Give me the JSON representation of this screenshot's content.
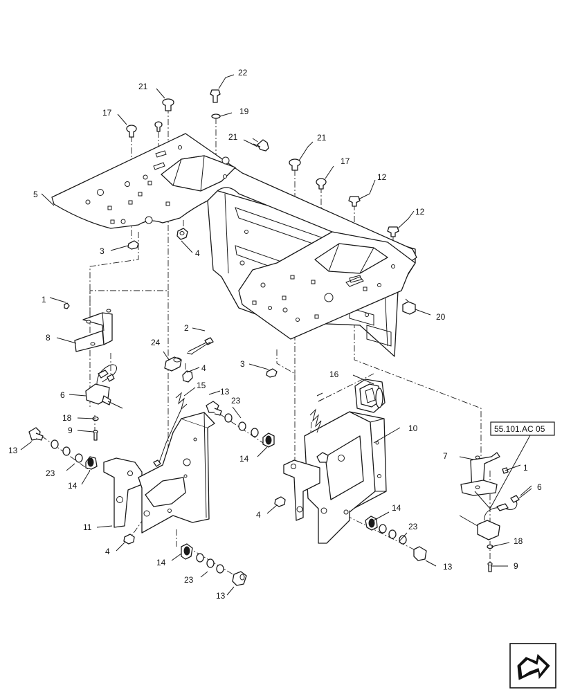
{
  "callouts": [
    {
      "text": "1"
    },
    {
      "text": "1"
    },
    {
      "text": "2"
    },
    {
      "text": "3"
    },
    {
      "text": "3"
    },
    {
      "text": "4"
    },
    {
      "text": "4"
    },
    {
      "text": "4"
    },
    {
      "text": "4"
    },
    {
      "text": "5"
    },
    {
      "text": "6"
    },
    {
      "text": "6"
    },
    {
      "text": "7"
    },
    {
      "text": "8"
    },
    {
      "text": "9"
    },
    {
      "text": "9"
    },
    {
      "text": "10"
    },
    {
      "text": "11"
    },
    {
      "text": "12"
    },
    {
      "text": "12"
    },
    {
      "text": "13"
    },
    {
      "text": "13"
    },
    {
      "text": "13"
    },
    {
      "text": "13"
    },
    {
      "text": "14"
    },
    {
      "text": "14"
    },
    {
      "text": "14"
    },
    {
      "text": "14"
    },
    {
      "text": "15"
    },
    {
      "text": "16"
    },
    {
      "text": "17"
    },
    {
      "text": "17"
    },
    {
      "text": "18"
    },
    {
      "text": "18"
    },
    {
      "text": "19"
    },
    {
      "text": "20"
    },
    {
      "text": "21"
    },
    {
      "text": "21"
    },
    {
      "text": "21"
    },
    {
      "text": "22"
    },
    {
      "text": "23"
    },
    {
      "text": "23"
    },
    {
      "text": "23"
    },
    {
      "text": "23"
    },
    {
      "text": "24"
    }
  ],
  "reference_box": {
    "text": "55.101.AC 05"
  },
  "nav_icon": "next-page-arrow-icon"
}
